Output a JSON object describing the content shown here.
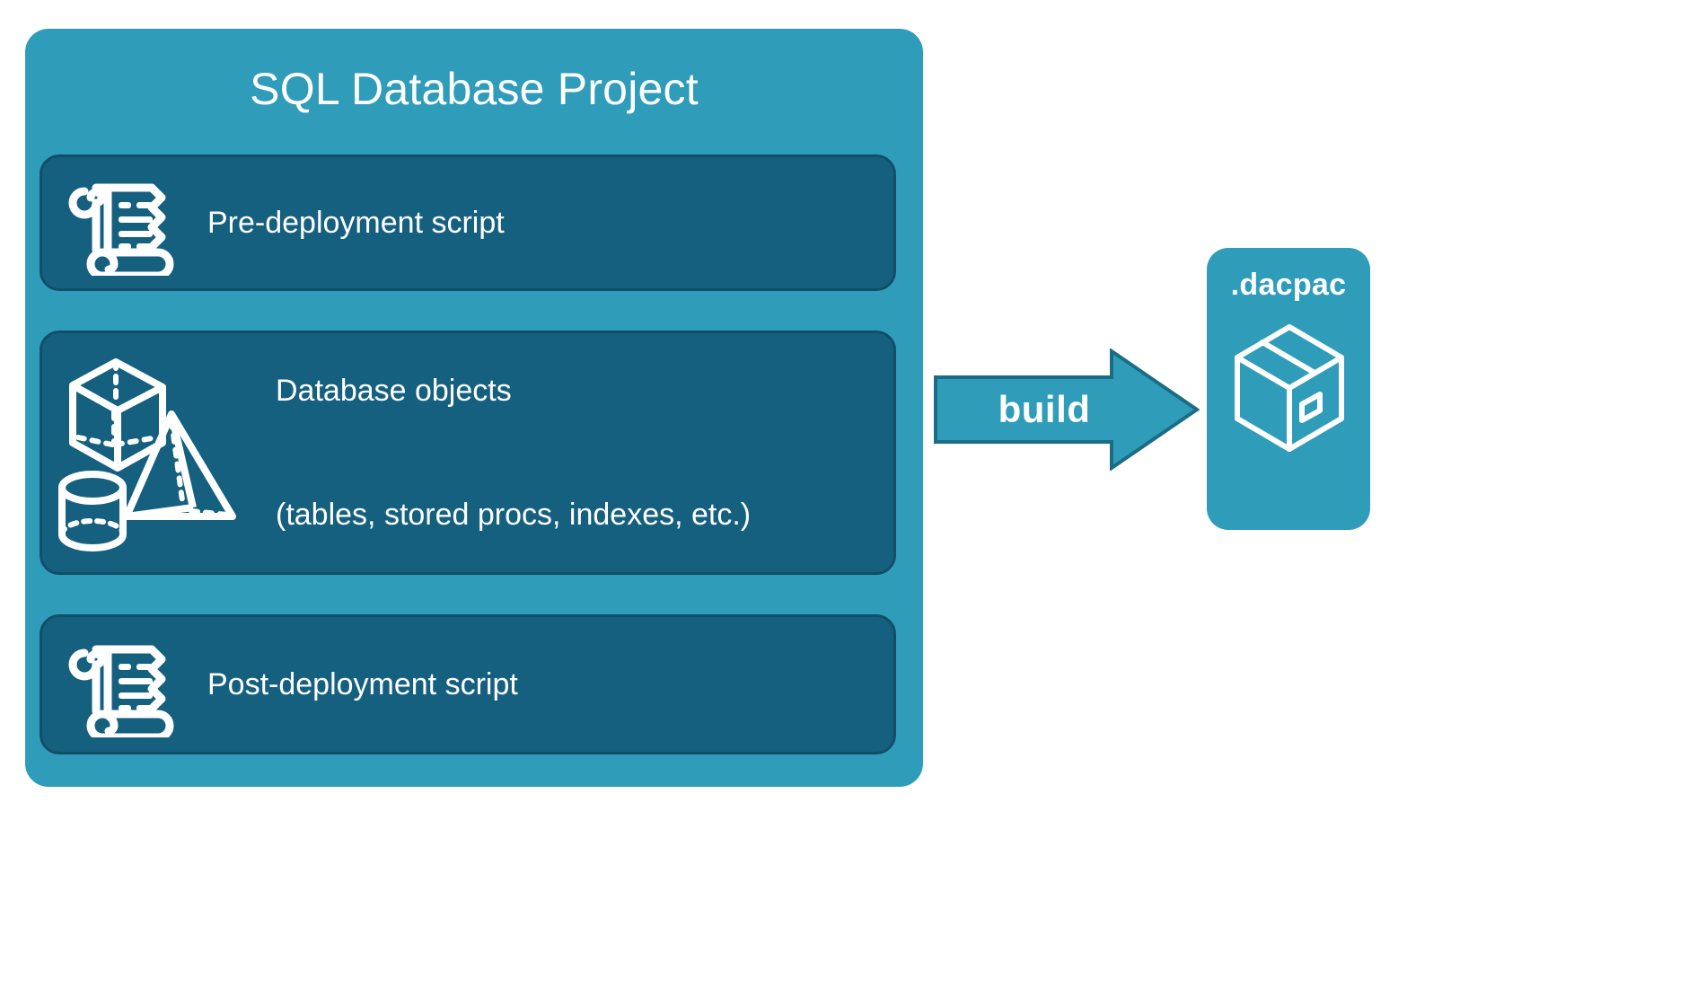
{
  "diagram": {
    "title": "SQL Database Project",
    "colors": {
      "container_teal": "#2f9dba",
      "panel_dark_blue": "#16607f",
      "panel_border": "#124e68",
      "arrow_fill": "#2f9dba",
      "arrow_stroke": "#1b6d86",
      "text_white": "#ffffff",
      "background": "#ffffff"
    },
    "panels": [
      {
        "id": "pre-deployment",
        "label": "Pre-deployment script",
        "icon": "scroll-icon"
      },
      {
        "id": "database-objects",
        "label_line_1": "Database objects",
        "label_line_2": "(tables, stored procs, indexes, etc.)",
        "icons": [
          "cube-icon",
          "pyramid-icon",
          "cylinder-icon"
        ]
      },
      {
        "id": "post-deployment",
        "label": "Post-deployment script",
        "icon": "scroll-icon"
      }
    ],
    "arrow": {
      "label": "build",
      "direction": "right",
      "icon": "right-arrow-icon"
    },
    "output": {
      "title": ".dacpac",
      "icon": "package-box-icon"
    }
  }
}
